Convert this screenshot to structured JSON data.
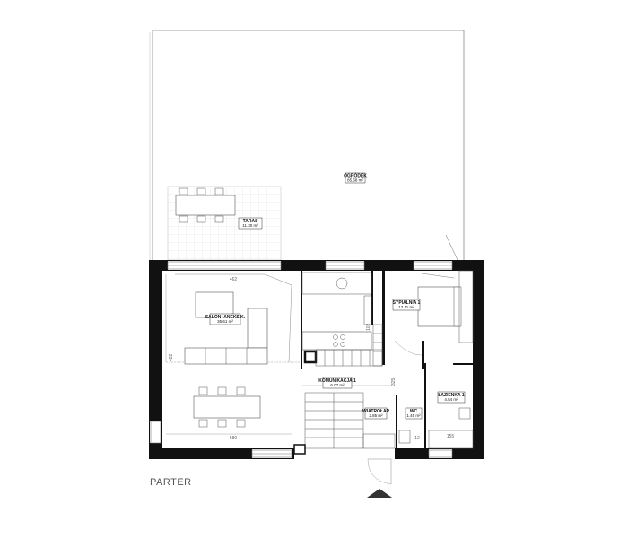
{
  "plan": {
    "floor_label": "PARTER",
    "rooms": {
      "ogrodek": {
        "name": "OGRÓDEK",
        "area": "85.68 m²"
      },
      "taras": {
        "name": "TARAS",
        "area": "11.30 m²"
      },
      "salon": {
        "name": "SALON+ANEKS K.",
        "area": "35.61 m²"
      },
      "sypialnia": {
        "name": "SYPIALNIA 1",
        "area": "12.11 m²"
      },
      "komunikacja": {
        "name": "KOMUNIKACJA 1",
        "area": "6.07 m²"
      },
      "wiatrolap": {
        "name": "WIATROŁAP",
        "area": "2.85 m²"
      },
      "wc": {
        "name": "WC",
        "area": "1.45 m²"
      },
      "lazienka": {
        "name": "ŁAZIENKA 1",
        "area": "4.54 m²"
      }
    },
    "dimensions": {
      "salon_width": "462",
      "salon_depth": "422",
      "dining_width": "580",
      "corridor_length": "325",
      "bedroom_depth": "102",
      "wc_width": "12",
      "bath_width": "155"
    },
    "colors": {
      "wall": "#111111",
      "line": "#555555",
      "grid": "#cfcfcf",
      "window": "#888888"
    }
  }
}
